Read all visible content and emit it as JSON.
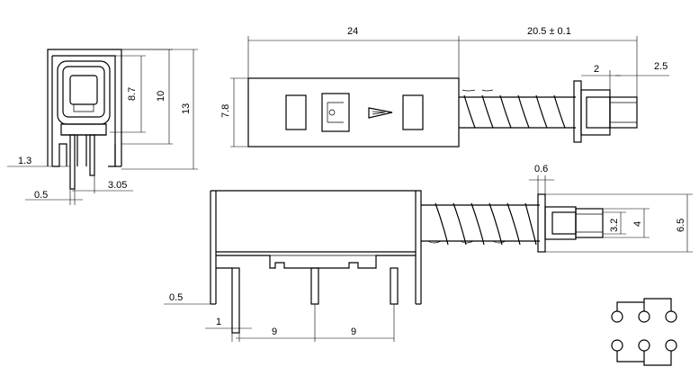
{
  "dimensions": {
    "length": "24",
    "stroke": "20.5 ± 0.1",
    "stem_a": "2",
    "stem_b": "2.5",
    "body_height": "7.8",
    "height_8_7": "8.7",
    "height_10": "10",
    "height_13": "13",
    "pin_offset": "1.3",
    "pin_width_left": "0.5",
    "pin_pitch_side": "3.05",
    "flange": "0.6",
    "stem_dia": "3.2",
    "head_dia": "4",
    "flange_dia": "6.5",
    "pin_width_bottom": "0.5",
    "pin_gap": "1",
    "pitch_1": "9",
    "pitch_2": "9"
  }
}
